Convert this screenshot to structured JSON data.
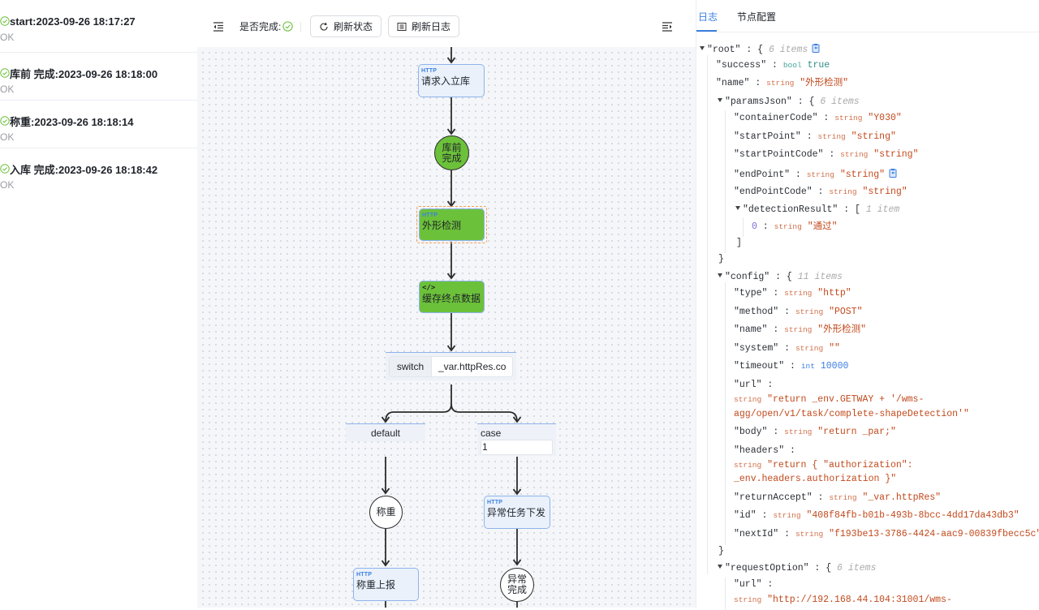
{
  "log_list": [
    {
      "icon": "check-circle-icon",
      "title": "start:2023-09-26 18:17:27",
      "status": "OK"
    },
    {
      "icon": "check-circle-icon",
      "title": "库前 完成:2023-09-26 18:18:00",
      "status": "OK"
    },
    {
      "icon": "check-circle-icon",
      "title": "称重:2023-09-26 18:18:14",
      "status": "OK"
    },
    {
      "icon": "check-circle-icon",
      "title": "入库 完成:2023-09-26 18:18:42",
      "status": "OK"
    }
  ],
  "toolbar": {
    "collapse_left_icon": "indent-left-icon",
    "done_label": "是否完成:",
    "done_icon": "check-circle-icon",
    "refresh_status_label": "刷新状态",
    "refresh_status_icon": "refresh-icon",
    "refresh_log_label": "刷新日志",
    "refresh_log_icon": "list-icon",
    "collapse_right_icon": "indent-right-icon"
  },
  "flow": {
    "nodes": {
      "request_inbound": {
        "tag": "HTTP",
        "label": "请求入立库"
      },
      "pre_store_done": {
        "label_line1": "库前",
        "label_line2": "完成"
      },
      "shape_detection": {
        "tag": "HTTP",
        "label": "外形检测",
        "selected": true
      },
      "cache_endpoint": {
        "tag": "</>",
        "label": "缓存终点数据"
      },
      "weigh": {
        "label": "称重"
      },
      "weigh_report": {
        "tag": "HTTP",
        "label": "称重上报"
      },
      "exception_dispatch": {
        "tag": "HTTP",
        "label": "异常任务下发"
      },
      "exception_done": {
        "label_line1": "异常",
        "label_line2": "完成"
      }
    },
    "switch": {
      "label": "switch",
      "expression": "_var.httpRes.co"
    },
    "branches": {
      "default_label": "default",
      "case_label": "case",
      "case_value": "1"
    },
    "colors": {
      "done_node": "#6cc13a",
      "http_tag": "#3c7fe0",
      "selected_outline": "#f5a055"
    }
  },
  "right_panel": {
    "tabs": [
      {
        "label": "日志",
        "active": true
      },
      {
        "label": "节点配置",
        "active": false
      }
    ],
    "json_view": {
      "root_key": "\"root\"",
      "root_count": "6 items",
      "lines": {
        "success_key": "\"success\"",
        "success_type": "bool",
        "success_val": "true",
        "name_key": "\"name\"",
        "name_type": "string",
        "name_val": "\"外形检测\"",
        "params_key": "\"paramsJson\"",
        "params_count": "6 items",
        "containerCode_key": "\"containerCode\"",
        "containerCode_type": "string",
        "containerCode_val": "\"Y030\"",
        "startPoint_key": "\"startPoint\"",
        "startPoint_type": "string",
        "startPoint_val": "\"string\"",
        "startPointCode_key": "\"startPointCode\"",
        "startPointCode_type": "string",
        "startPointCode_val": "\"string\"",
        "endPoint_key": "\"endPoint\"",
        "endPoint_type": "string",
        "endPoint_val": "\"string\"",
        "endPointCode_key": "\"endPointCode\"",
        "endPointCode_type": "string",
        "endPointCode_val": "\"string\"",
        "detection_key": "\"detectionResult\"",
        "detection_count": "1 item",
        "detection_0_idx": "0",
        "detection_0_type": "string",
        "detection_0_val": "\"通过\"",
        "config_key": "\"config\"",
        "config_count": "11 items",
        "type_key": "\"type\"",
        "type_type": "string",
        "type_val": "\"http\"",
        "method_key": "\"method\"",
        "method_type": "string",
        "method_val": "\"POST\"",
        "cname_key": "\"name\"",
        "cname_type": "string",
        "cname_val": "\"外形检测\"",
        "system_key": "\"system\"",
        "system_type": "string",
        "system_val": "\"\"",
        "timeout_key": "\"timeout\"",
        "timeout_type": "int",
        "timeout_val": "10000",
        "url_key": "\"url\"",
        "url_type": "string",
        "url_val_1": "\"return _env.GETWAY + '/wms-",
        "url_val_2": "agg/open/v1/task/complete-shapeDetection'\"",
        "body_key": "\"body\"",
        "body_type": "string",
        "body_val": "\"return _par;\"",
        "headers_key": "\"headers\"",
        "headers_type": "string",
        "headers_val_1": "\"return { \"authorization\":",
        "headers_val_2": "_env.headers.authorization }\"",
        "returnAccept_key": "\"returnAccept\"",
        "returnAccept_type": "string",
        "returnAccept_val": "\"_var.httpRes\"",
        "id_key": "\"id\"",
        "id_type": "string",
        "id_val": "\"408f84fb-b01b-493b-8bcc-4dd17da43db3\"",
        "nextId_key": "\"nextId\"",
        "nextId_type": "string",
        "nextId_val": "\"f193be13-3786-4424-aac9-00839fbecc5c\"",
        "request_key": "\"requestOption\"",
        "request_count": "6 items",
        "rurl_key": "\"url\"",
        "rurl_type": "string",
        "rurl_val": "\"http://192.168.44.104:31001/wms-"
      }
    },
    "colors": {
      "string": "#c24a1d",
      "bool": "#2f8f86",
      "int": "#3c7fe0",
      "accent": "#3c7fe0"
    }
  }
}
